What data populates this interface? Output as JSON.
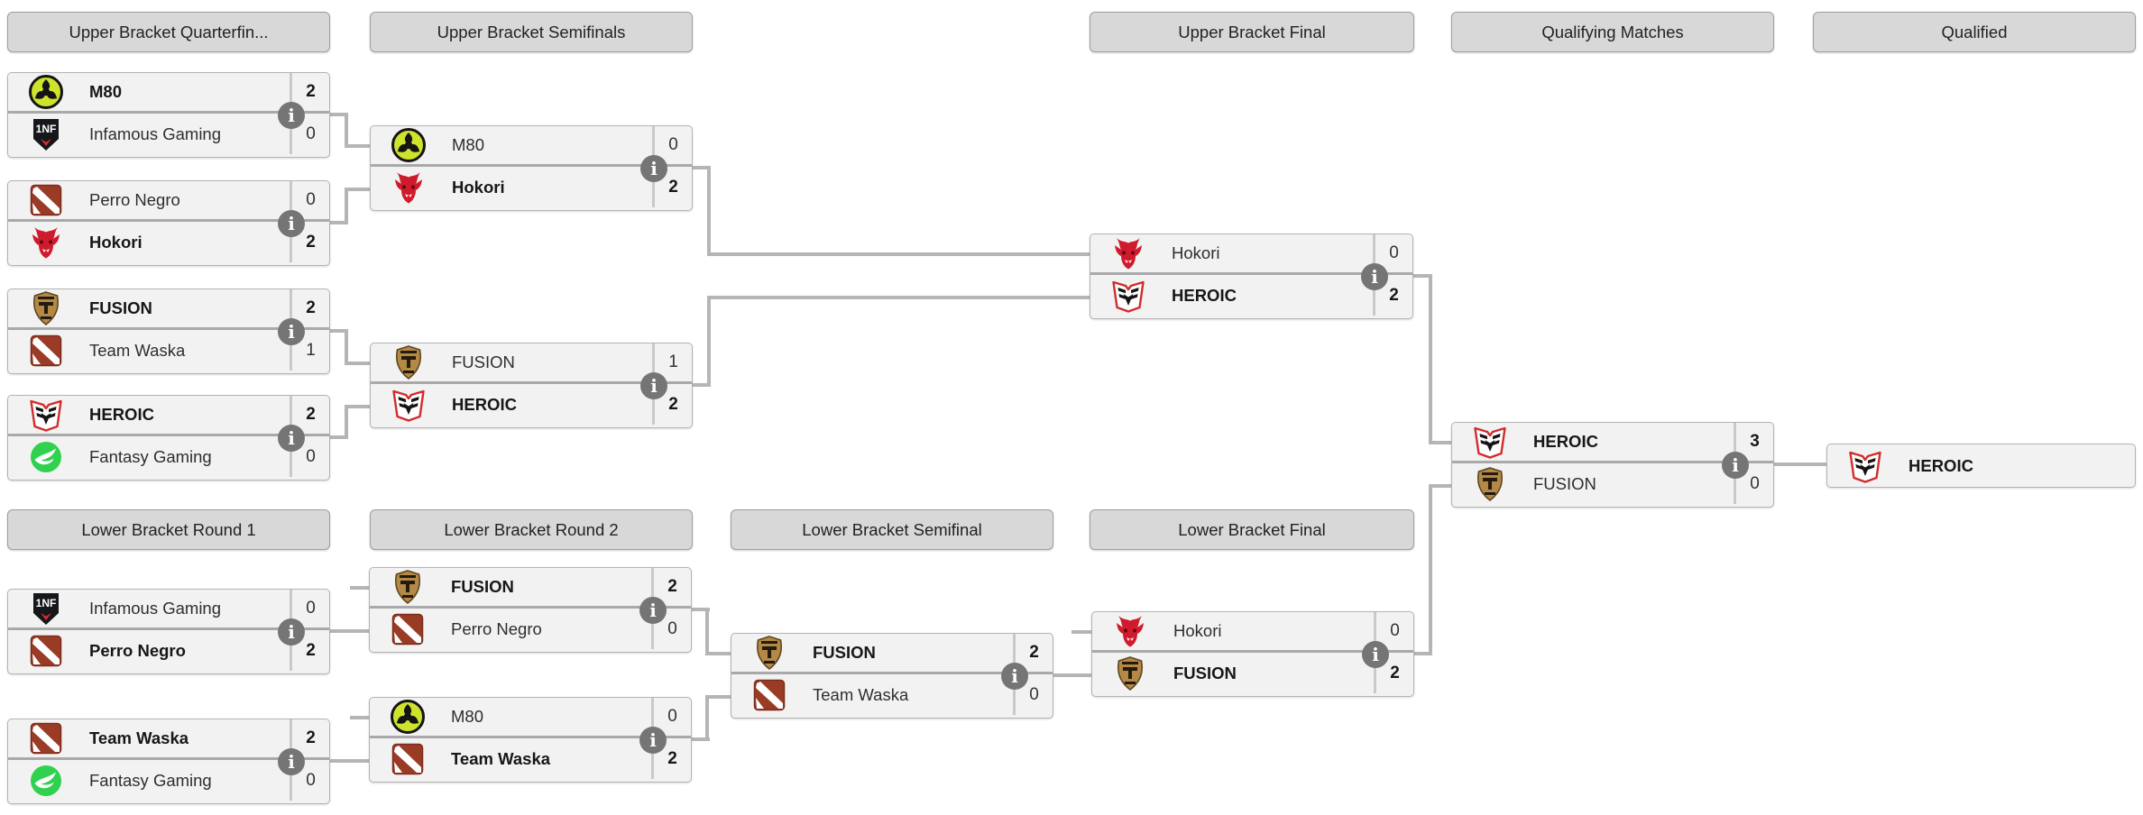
{
  "bracket": {
    "round_headers": {
      "ubqf": "Upper Bracket Quarterfin...",
      "ubsf": "Upper Bracket Semifinals",
      "ubf": "Upper Bracket Final",
      "qualifying": "Qualifying Matches",
      "qualified": "Qualified",
      "lbr1": "Lower Bracket Round 1",
      "lbr2": "Lower Bracket Round 2",
      "lbsf": "Lower Bracket Semifinal",
      "lbf": "Lower Bracket Final"
    },
    "matches": {
      "ubqf1": {
        "top": {
          "name": "M80",
          "score": "2",
          "winner": true,
          "logo": "m80"
        },
        "bottom": {
          "name": "Infamous Gaming",
          "score": "0",
          "winner": false,
          "logo": "infamous"
        }
      },
      "ubqf2": {
        "top": {
          "name": "Perro Negro",
          "score": "0",
          "winner": false,
          "logo": "dota"
        },
        "bottom": {
          "name": "Hokori",
          "score": "2",
          "winner": true,
          "logo": "hokori"
        }
      },
      "ubqf3": {
        "top": {
          "name": "FUSION",
          "score": "2",
          "winner": true,
          "logo": "fusion"
        },
        "bottom": {
          "name": "Team Waska",
          "score": "1",
          "winner": false,
          "logo": "dota"
        }
      },
      "ubqf4": {
        "top": {
          "name": "HEROIC",
          "score": "2",
          "winner": true,
          "logo": "heroic"
        },
        "bottom": {
          "name": "Fantasy Gaming",
          "score": "0",
          "winner": false,
          "logo": "fantasy"
        }
      },
      "ubsf1": {
        "top": {
          "name": "M80",
          "score": "0",
          "winner": false,
          "logo": "m80"
        },
        "bottom": {
          "name": "Hokori",
          "score": "2",
          "winner": true,
          "logo": "hokori"
        }
      },
      "ubsf2": {
        "top": {
          "name": "FUSION",
          "score": "1",
          "winner": false,
          "logo": "fusion"
        },
        "bottom": {
          "name": "HEROIC",
          "score": "2",
          "winner": true,
          "logo": "heroic"
        }
      },
      "ubf1": {
        "top": {
          "name": "Hokori",
          "score": "0",
          "winner": false,
          "logo": "hokori"
        },
        "bottom": {
          "name": "HEROIC",
          "score": "2",
          "winner": true,
          "logo": "heroic"
        }
      },
      "qm1": {
        "top": {
          "name": "HEROIC",
          "score": "3",
          "winner": true,
          "logo": "heroic"
        },
        "bottom": {
          "name": "FUSION",
          "score": "0",
          "winner": false,
          "logo": "fusion"
        }
      },
      "lbr1m1": {
        "top": {
          "name": "Infamous Gaming",
          "score": "0",
          "winner": false,
          "logo": "infamous"
        },
        "bottom": {
          "name": "Perro Negro",
          "score": "2",
          "winner": true,
          "logo": "dota"
        }
      },
      "lbr1m2": {
        "top": {
          "name": "Team Waska",
          "score": "2",
          "winner": true,
          "logo": "dota"
        },
        "bottom": {
          "name": "Fantasy Gaming",
          "score": "0",
          "winner": false,
          "logo": "fantasy"
        }
      },
      "lbr2m1": {
        "top": {
          "name": "FUSION",
          "score": "2",
          "winner": true,
          "logo": "fusion"
        },
        "bottom": {
          "name": "Perro Negro",
          "score": "0",
          "winner": false,
          "logo": "dota"
        }
      },
      "lbr2m2": {
        "top": {
          "name": "M80",
          "score": "0",
          "winner": false,
          "logo": "m80"
        },
        "bottom": {
          "name": "Team Waska",
          "score": "2",
          "winner": true,
          "logo": "dota"
        }
      },
      "lbsf1": {
        "top": {
          "name": "FUSION",
          "score": "2",
          "winner": true,
          "logo": "fusion"
        },
        "bottom": {
          "name": "Team Waska",
          "score": "0",
          "winner": false,
          "logo": "dota"
        }
      },
      "lbf1": {
        "top": {
          "name": "Hokori",
          "score": "0",
          "winner": false,
          "logo": "hokori"
        },
        "bottom": {
          "name": "FUSION",
          "score": "2",
          "winner": true,
          "logo": "fusion"
        }
      }
    },
    "qualified_team": {
      "name": "HEROIC",
      "winner": true,
      "logo": "heroic"
    },
    "info_icon_glyph": "i",
    "colors": {
      "line": "#b5b5b5",
      "divider": "#a9a9a9",
      "row_bg": "#f2f2f2",
      "header_bg": "#d8d8d8",
      "header_border": "#9f9f9f",
      "box_border": "#b4b4b4",
      "info_bg": "#757575",
      "m80_lime": "#cde32c",
      "hokori_red": "#cf1b2b",
      "dota_red": "#9a3b26",
      "fusion_gold": "#b38945",
      "fantasy_green": "#2fd14e",
      "heroic_red": "#d22c2c",
      "infamous_dark": "#15171b"
    }
  }
}
